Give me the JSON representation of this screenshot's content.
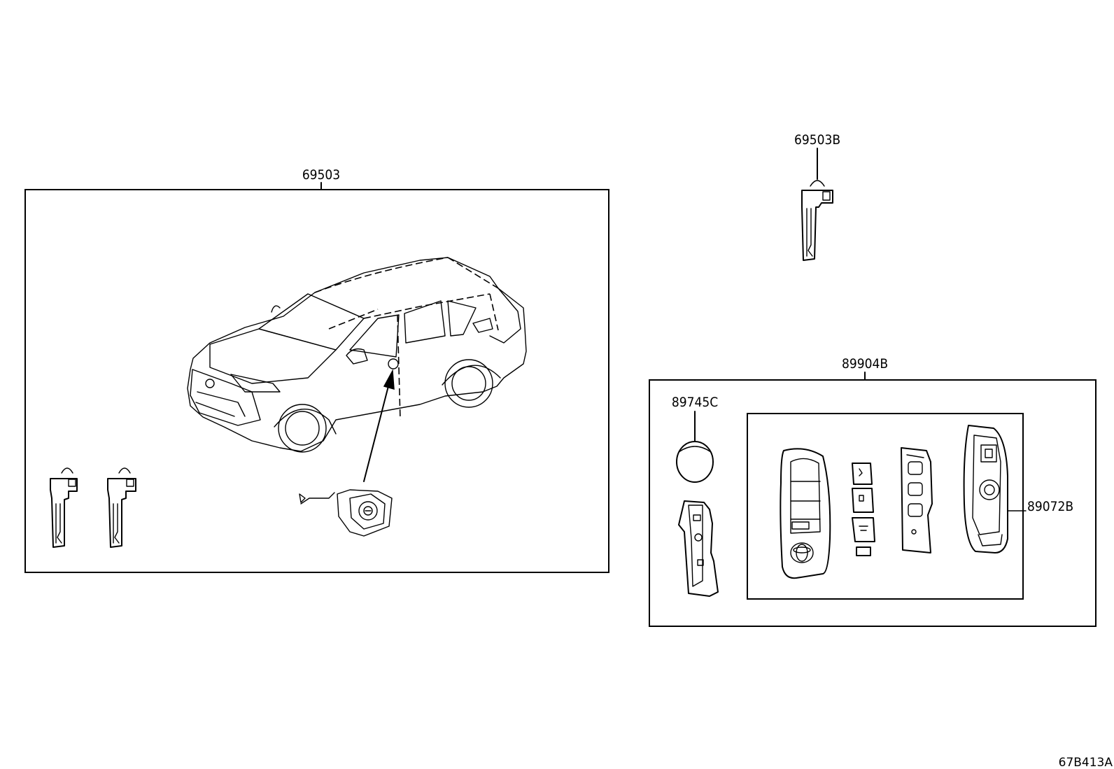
{
  "labels": {
    "kit": "69503",
    "key_blade": "69503B",
    "transmitter_assy": "89904B",
    "battery": "89745C",
    "transmitter_case": "89072B"
  },
  "illustration_ref": "67B413A",
  "icons": [
    "suv-vehicle-icon",
    "key-blade-icon",
    "door-lock-cylinder-icon",
    "battery-icon",
    "remote-transmitter-icon"
  ]
}
